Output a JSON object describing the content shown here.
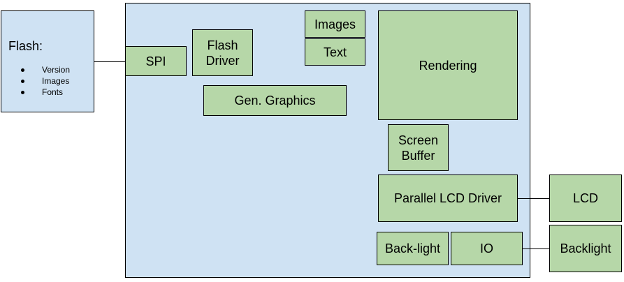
{
  "flash": {
    "title": "Flash:",
    "items": [
      "Version",
      "Images",
      "Fonts"
    ]
  },
  "blocks": {
    "spi": "SPI",
    "flash_driver": "Flash Driver",
    "images": "Images",
    "text": "Text",
    "rendering": "Rendering",
    "gen_graphics": "Gen. Graphics",
    "screen_buffer": "Screen Buffer",
    "parallel_lcd_driver": "Parallel LCD Driver",
    "back_light": "Back-light",
    "io": "IO",
    "lcd": "LCD",
    "backlight": "Backlight"
  },
  "colors": {
    "container": "#cfe2f3",
    "module": "#b6d7a8",
    "border": "#000000"
  }
}
